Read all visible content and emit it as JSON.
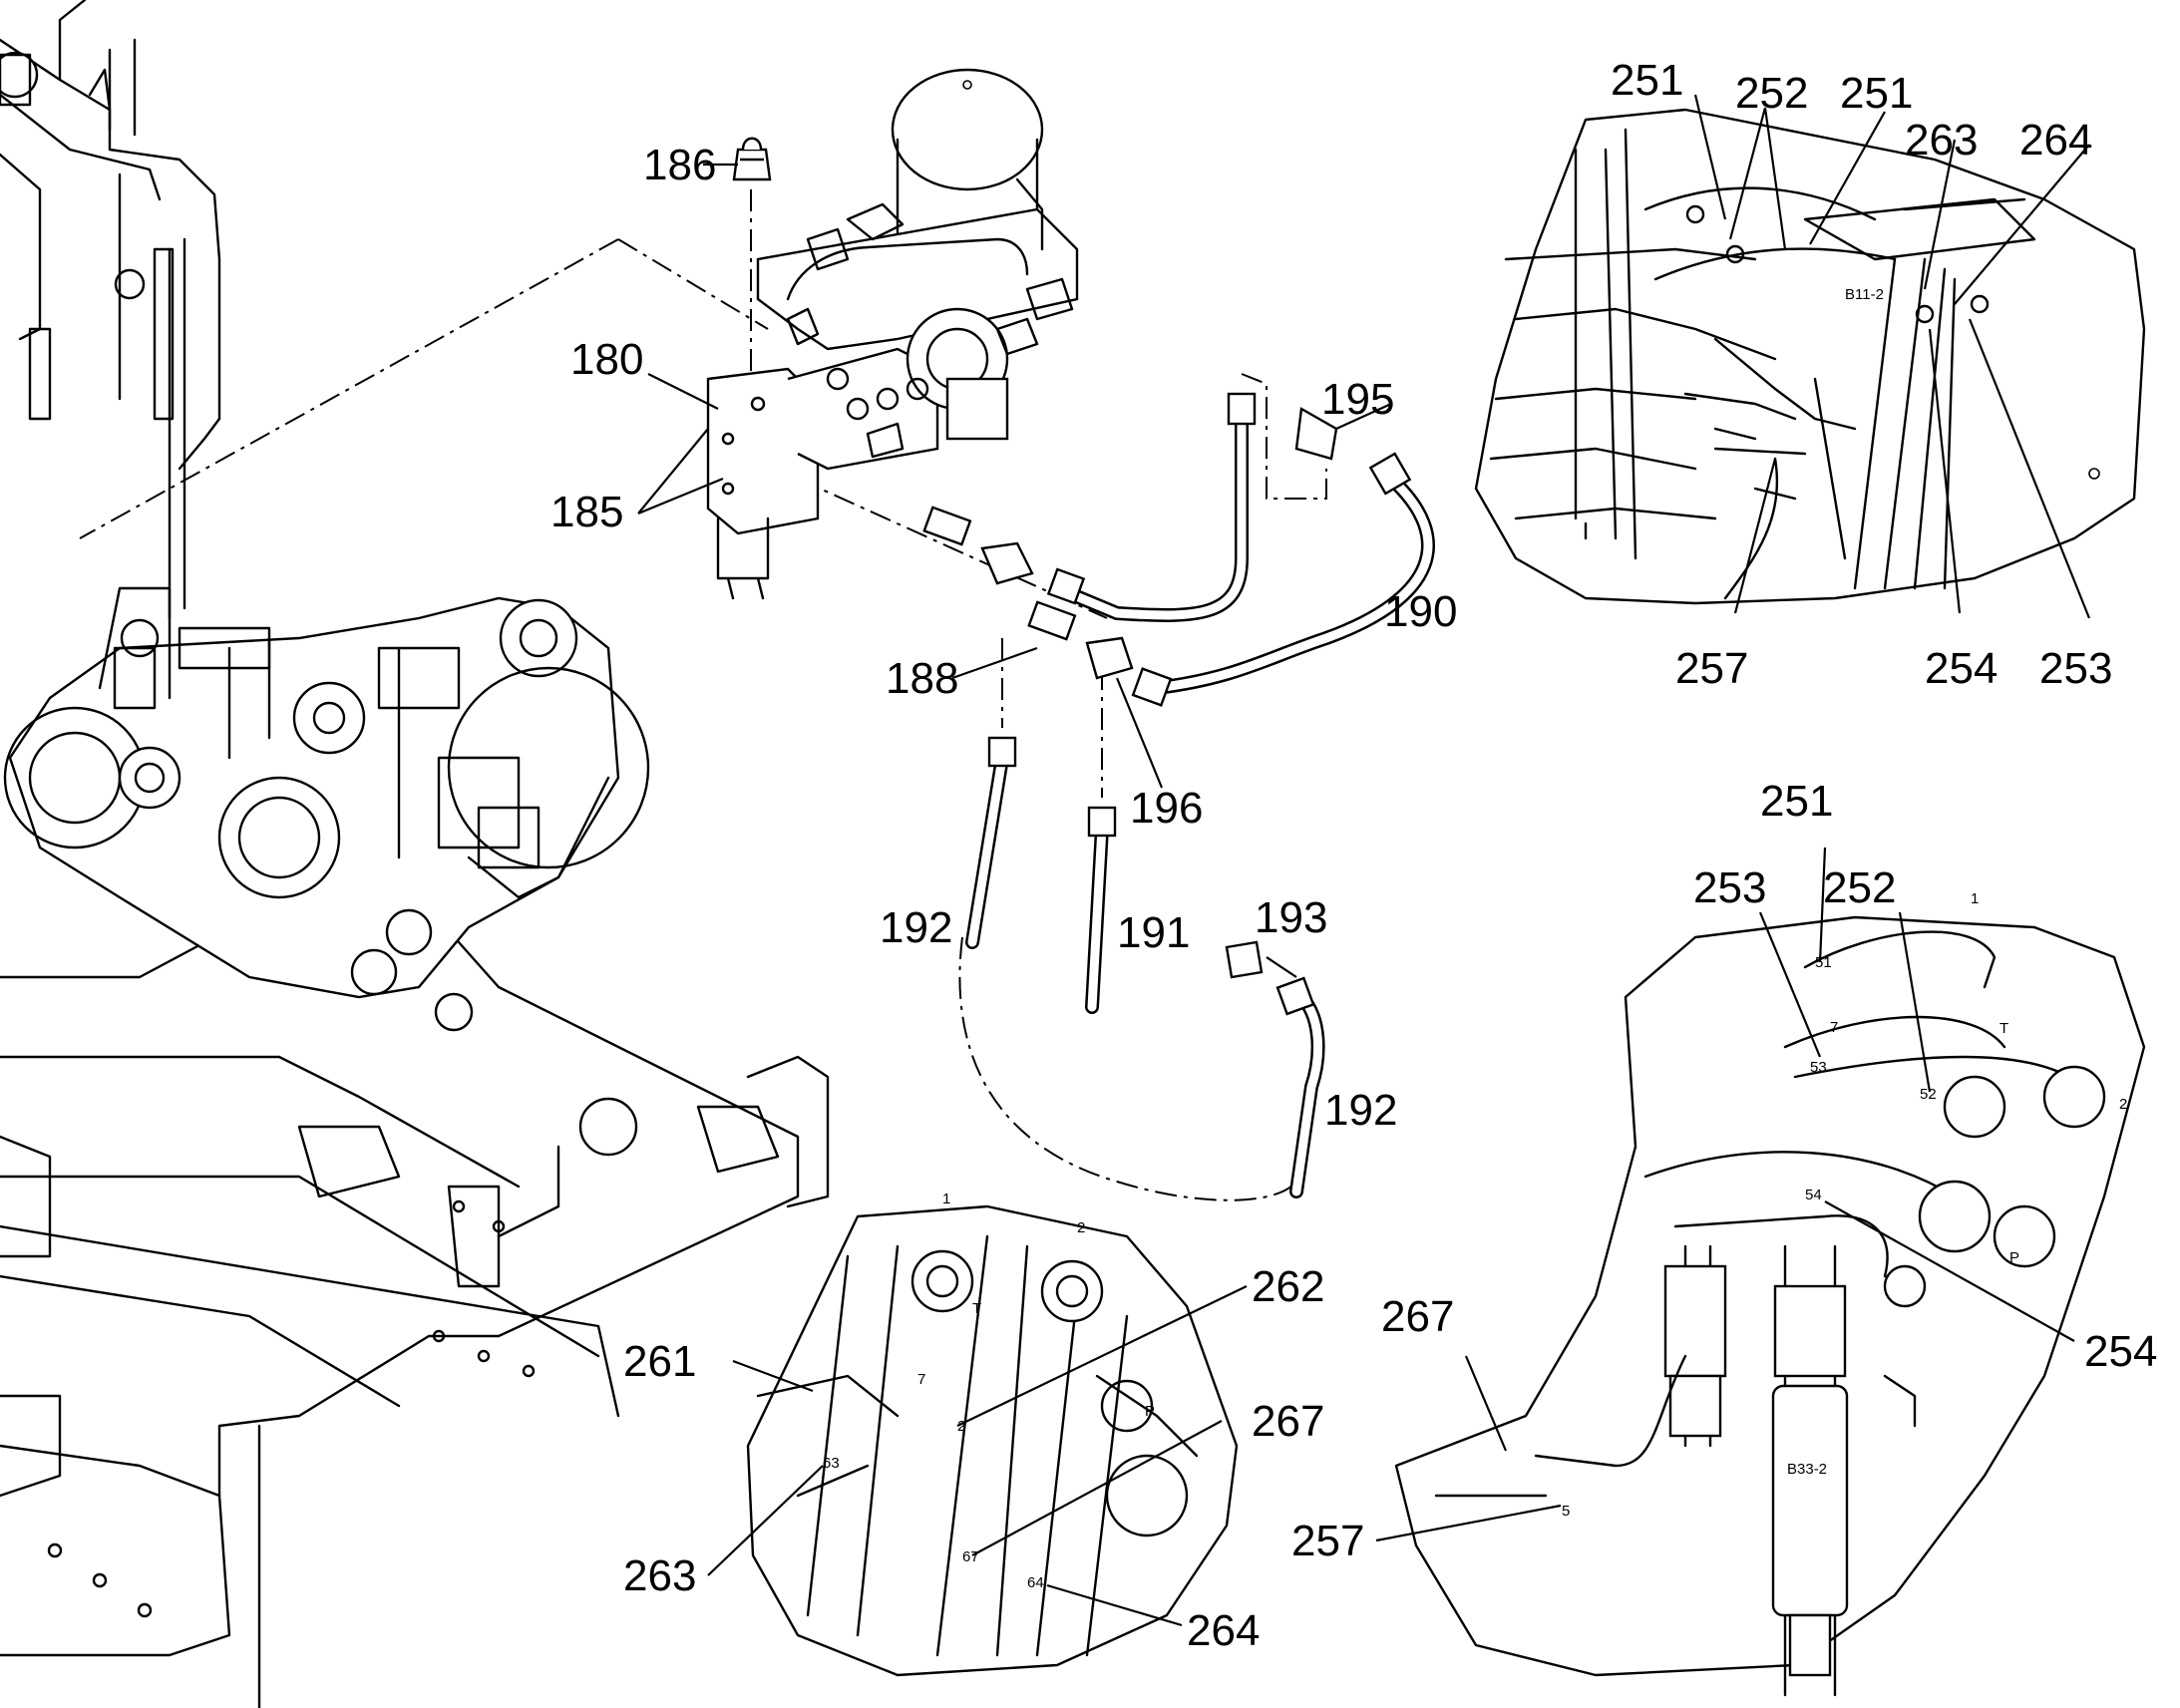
{
  "callouts": {
    "c186": "186",
    "c180": "180",
    "c185": "185",
    "c195": "195",
    "c190": "190",
    "c188": "188",
    "c196": "196",
    "c192a": "192",
    "c191": "191",
    "c193": "193",
    "c192b": "192",
    "tr251a": "251",
    "tr252": "252",
    "tr251b": "251",
    "tr263": "263",
    "tr264": "264",
    "tr257": "257",
    "tr254": "254",
    "tr253": "253",
    "br251": "251",
    "br253": "253",
    "br252": "252",
    "br254": "254",
    "br267": "267",
    "br257": "257",
    "bm262": "262",
    "bm261": "261",
    "bm267": "267",
    "bm263": "263",
    "bm264": "264"
  },
  "port_marks": {
    "bm_1": "1",
    "bm_2": "2",
    "bm_t": "T",
    "bm_7": "7",
    "bm_p": "P",
    "br_1": "1",
    "br_7": "7",
    "br_t": "T",
    "br_2": "2",
    "br_p": "P"
  },
  "hose_tags": {
    "br_51": "51",
    "br_53": "53",
    "br_52": "52",
    "br_54": "54",
    "br_5": "5",
    "bm_2": "2",
    "bm_63": "63",
    "bm_67": "67",
    "bm_64": "64"
  },
  "component_labels": {
    "filter": "B33-2",
    "tr_block": "B11-2"
  }
}
